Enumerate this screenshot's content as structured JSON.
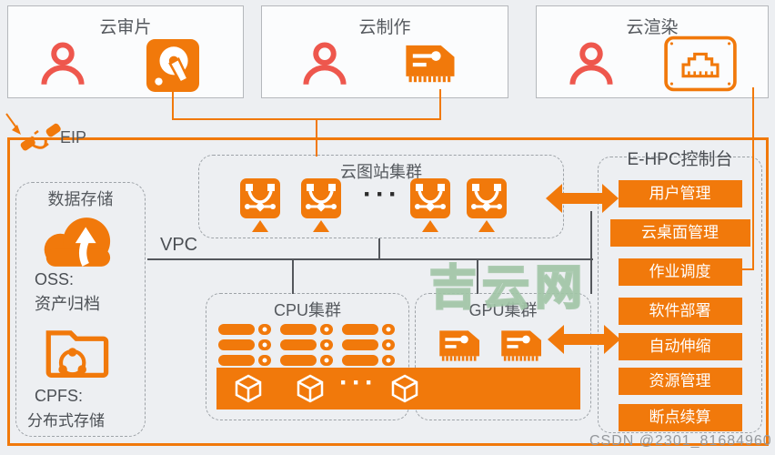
{
  "top_services": [
    {
      "title": "云审片",
      "icon": "cloud-review-disc-icon"
    },
    {
      "title": "云制作",
      "icon": "gpu-card-icon"
    },
    {
      "title": "云渲染",
      "icon": "network-port-icon"
    }
  ],
  "eip": {
    "label": "EIP"
  },
  "vpc": {
    "label": "VPC"
  },
  "storage": {
    "title": "数据存储",
    "oss_label": "OSS:",
    "oss_desc": "资产归档",
    "cpfs_label": "CPFS:",
    "cpfs_desc": "分布式存储"
  },
  "workstation_cluster": {
    "title": "云图站集群",
    "dots": "···"
  },
  "cpu_cluster": {
    "title": "CPU集群"
  },
  "gpu_cluster": {
    "title": "GPU集群"
  },
  "container_bar": {
    "dots": "···"
  },
  "console": {
    "title": "E-HPC控制台",
    "buttons": [
      "用户管理",
      "云桌面管理",
      "作业调度",
      "软件部署",
      "自动伸缩",
      "资源管理",
      "断点续算"
    ]
  },
  "watermarks": {
    "center": "吉云网",
    "bottom": "CSDN @2301_81684960"
  },
  "colors": {
    "accent_orange": "#F1790B",
    "person_red": "#EE574D",
    "line_gray": "#54575c",
    "watermark_green": "#aecdb2",
    "background": "#edeff2"
  }
}
